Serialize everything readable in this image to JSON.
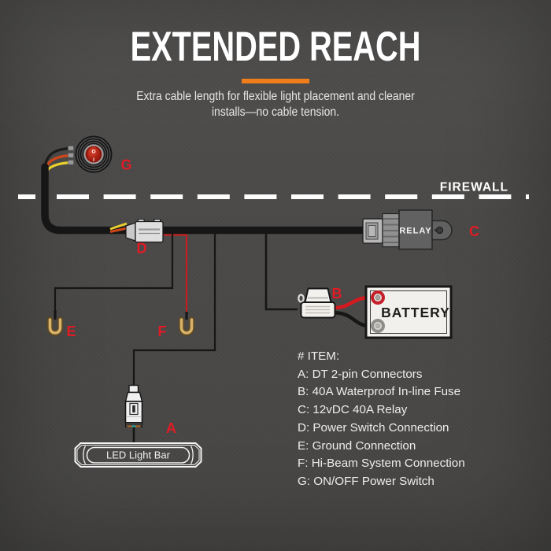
{
  "header": {
    "title": "EXTENDED REACH",
    "subtitle_line1": "Extra cable length for flexible light placement and cleaner",
    "subtitle_line2": "installs—no cable tension."
  },
  "diagram": {
    "firewall_label": "FIREWALL",
    "relay_text": "RELAY",
    "battery_text": "BATTERY",
    "led_bar_text": "LED Light Bar",
    "switch_marks": {
      "off": "O",
      "on": "I"
    },
    "callouts": {
      "A": "A",
      "B": "B",
      "C": "C",
      "D": "D",
      "E": "E",
      "F": "F",
      "G": "G"
    }
  },
  "legend": {
    "heading": "# ITEM:",
    "items": [
      "A: DT 2-pin Connectors",
      "B: 40A Waterproof In-line Fuse",
      "C: 12vDC 40A Relay",
      "D: Power Switch Connection",
      "E: Ground Connection",
      "F: Hi-Beam System Connection",
      "G: ON/OFF Power Switch"
    ]
  },
  "colors": {
    "background": "#4b4a49",
    "accent_orange": "#ef7d1a",
    "callout_red": "#e11b24",
    "wire_red": "#d6181f",
    "wire_orange": "#cf4718",
    "wire_yellow": "#e8cf2e",
    "wire_black": "#161616",
    "terminal_tan": "#d9b26b",
    "firewall_white": "#fdfdfd"
  }
}
